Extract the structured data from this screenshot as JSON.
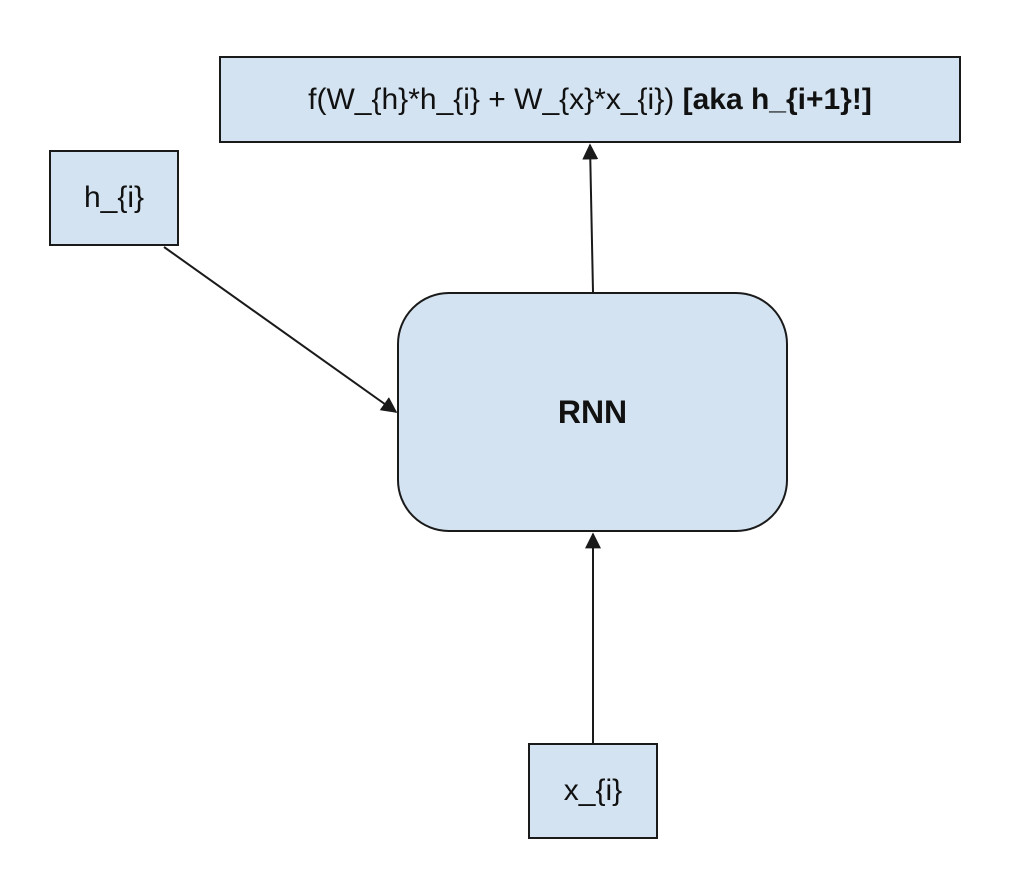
{
  "nodes": {
    "output": {
      "formula": "f(W_{h}*h_{i} + W_{x}*x_{i}) ",
      "aka": "[aka h_{i+1}!]"
    },
    "hidden": {
      "label": "h_{i}"
    },
    "rnn": {
      "label": "RNN"
    },
    "input": {
      "label": "x_{i}"
    }
  },
  "edges": [
    {
      "from": "hidden",
      "to": "rnn"
    },
    {
      "from": "input",
      "to": "rnn"
    },
    {
      "from": "rnn",
      "to": "output"
    }
  ],
  "colors": {
    "box_fill": "#d4e3f1",
    "stroke": "#1a1a1a"
  }
}
